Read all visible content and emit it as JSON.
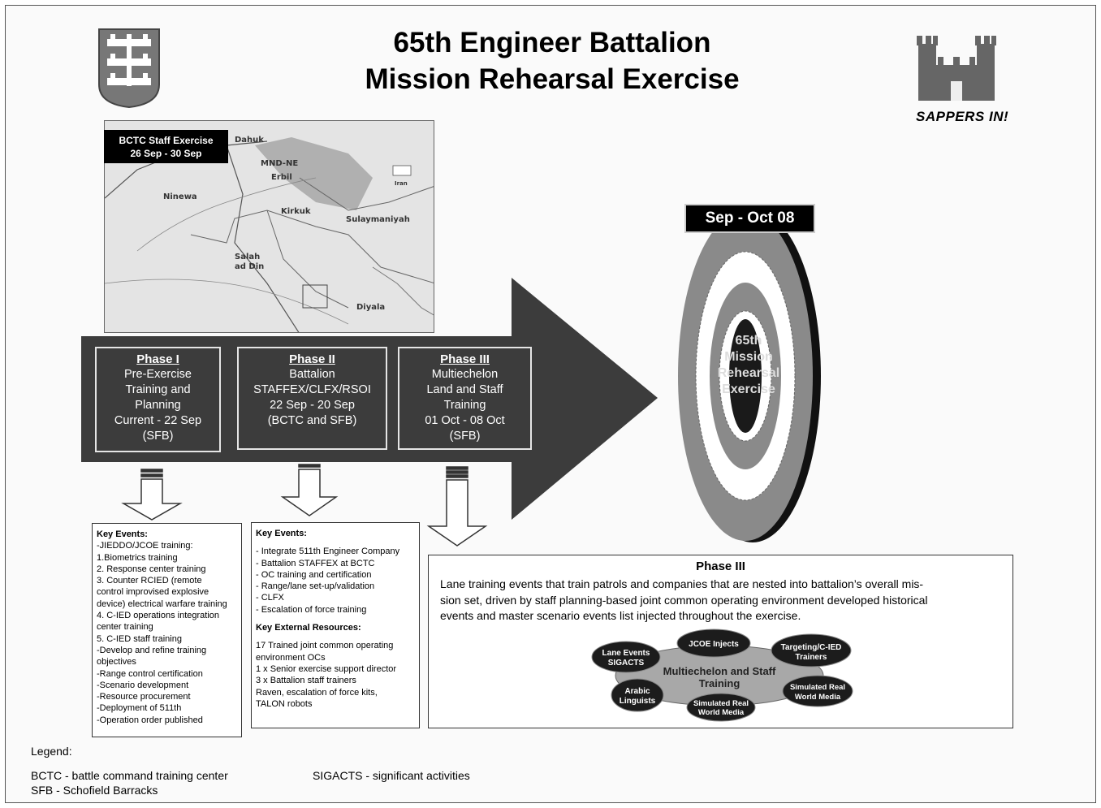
{
  "title": {
    "line1": "65th Engineer Battalion",
    "line2": "Mission Rehearsal Exercise"
  },
  "logo_right": {
    "caption": "SAPPERS IN!"
  },
  "map": {
    "inset_label_line1": "BCTC Staff Exercise",
    "inset_label_line2": "26 Sep - 30 Sep",
    "places": [
      "Dahuk",
      "MND-NE",
      "Erbil",
      "Ninewa",
      "Kirkuk",
      "Sulaymaniyah",
      "Salah ad Din",
      "Diyala",
      "Iran"
    ]
  },
  "phases": [
    {
      "title": "Phase I",
      "lines": [
        "Pre-Exercise",
        "Training and",
        "Planning",
        "Current - 22 Sep",
        "(SFB)"
      ]
    },
    {
      "title": "Phase II",
      "lines": [
        "Battalion",
        "STAFFEX/CLFX/RSOI",
        "22 Sep - 20 Sep",
        "(BCTC and SFB)"
      ]
    },
    {
      "title": "Phase III",
      "lines": [
        "Multiechelon",
        "Land and Staff",
        "Training",
        "01 Oct - 08 Oct",
        "(SFB)"
      ]
    }
  ],
  "target": {
    "date_label": "Sep - Oct 08",
    "center_lines": [
      "65th",
      "Mission",
      "Rehearsal",
      "Exercise"
    ]
  },
  "key_events_1": {
    "heading": "Key Events:",
    "lines": [
      "-JIEDDO/JCOE training:",
      "1.Biometrics training",
      "2. Response center training",
      "3. Counter RCIED (remote",
      "control improvised explosive",
      "device) electrical warfare training",
      "4. C-IED operations integration",
      "center training",
      "5. C-IED staff training",
      "-Develop and refine training",
      " objectives",
      "-Range control certification",
      "-Scenario development",
      "-Resource procurement",
      "-Deployment of 511th",
      "-Operation order published"
    ]
  },
  "key_events_2": {
    "heading": "Key Events:",
    "lines": [
      "- Integrate 511th Engineer Company",
      "- Battalion STAFFEX at BCTC",
      "- OC training and certification",
      "- Range/lane set-up/validation",
      "- CLFX",
      "- Escalation of force training"
    ],
    "resources_heading": "Key External Resources:",
    "resources_lines": [
      "17 Trained joint common operating",
      "environment OCs",
      "1 x Senior exercise support director",
      "3 x Battalion staff trainers",
      "Raven, escalation of force kits,",
      "TALON robots"
    ]
  },
  "phase3_box": {
    "title": "Phase III",
    "desc_lines": [
      "Lane training events that train patrols and companies that are nested into battalion’s overall mis-",
      "sion set, driven by staff planning-based joint common operating environment developed historical",
      "events and master scenario events list injected throughout the exercise."
    ],
    "center_oval": [
      "Multiechelon and Staff",
      "Training"
    ],
    "ovals": [
      {
        "lines": [
          "Lane Events",
          "SIGACTS"
        ]
      },
      {
        "lines": [
          "JCOE Injects"
        ]
      },
      {
        "lines": [
          "Targeting/C-IED",
          "Trainers"
        ]
      },
      {
        "lines": [
          "Arabic",
          "Linguists"
        ]
      },
      {
        "lines": [
          "Simulated Real",
          "World Media"
        ]
      },
      {
        "lines": [
          "Simulated Real",
          "World Media"
        ]
      }
    ]
  },
  "legend": {
    "heading": "Legend:",
    "col1": [
      "BCTC - battle command training center",
      "SFB - Schofield Barracks"
    ],
    "col2": [
      "SIGACTS - significant activities"
    ]
  }
}
